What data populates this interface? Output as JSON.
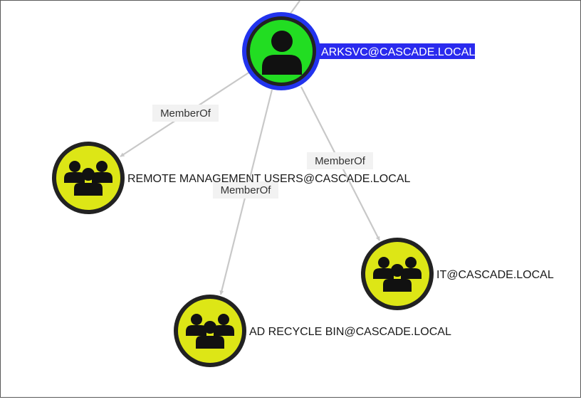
{
  "colors": {
    "user_node_fill": "#22dd22",
    "group_node_fill": "#dde616",
    "node_border": "#222222",
    "selection_ring": "#2233ee",
    "selected_label_bg": "#2a2aee",
    "selected_label_text": "#ffffff",
    "edge": "#c8c8c8",
    "icon": "#111111"
  },
  "nodes": {
    "arksvc": {
      "label": "ARKSVC@CASCADE.LOCAL",
      "type": "user",
      "icon": "user-icon",
      "selected": true
    },
    "remote_mgmt": {
      "label": "REMOTE MANAGEMENT USERS@CASCADE.LOCAL",
      "type": "group",
      "icon": "group-icon"
    },
    "it": {
      "label": "IT@CASCADE.LOCAL",
      "type": "group",
      "icon": "group-icon"
    },
    "ad_recycle": {
      "label": "AD RECYCLE BIN@CASCADE.LOCAL",
      "type": "group",
      "icon": "group-icon"
    }
  },
  "edges": {
    "to_remote_mgmt": {
      "label": "MemberOf"
    },
    "to_ad_recycle": {
      "label": "MemberOf"
    },
    "to_it": {
      "label": "MemberOf"
    }
  }
}
